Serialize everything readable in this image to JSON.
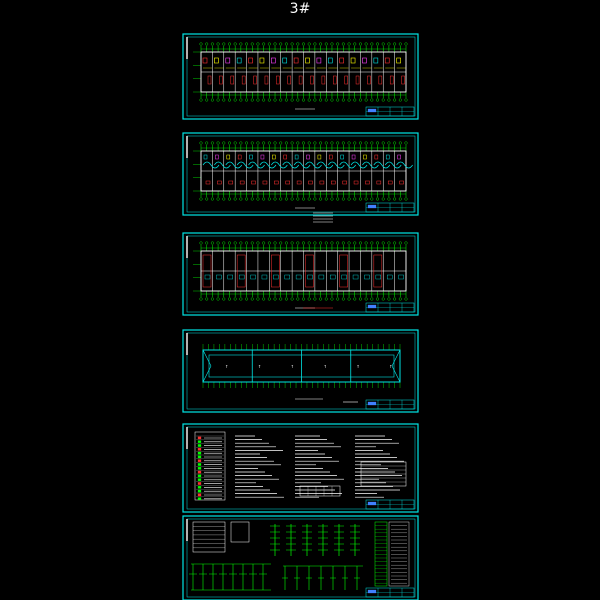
{
  "drawing": {
    "title": "3#"
  },
  "colors": {
    "background": "#000000",
    "frame": "#00e5e5",
    "wall": "#ffffff",
    "axis": "#00ff00",
    "red": "#ff3030",
    "yellow": "#ffff00",
    "magenta": "#ff40ff",
    "blue": "#4080ff"
  },
  "sheets": [
    {
      "id": "sheet-1",
      "kind": "floor-plan"
    },
    {
      "id": "sheet-2",
      "kind": "floor-plan"
    },
    {
      "id": "sheet-3",
      "kind": "floor-plan"
    },
    {
      "id": "sheet-4",
      "kind": "roof-plan"
    },
    {
      "id": "sheet-5",
      "kind": "notes"
    },
    {
      "id": "sheet-6",
      "kind": "system-diagram"
    }
  ]
}
